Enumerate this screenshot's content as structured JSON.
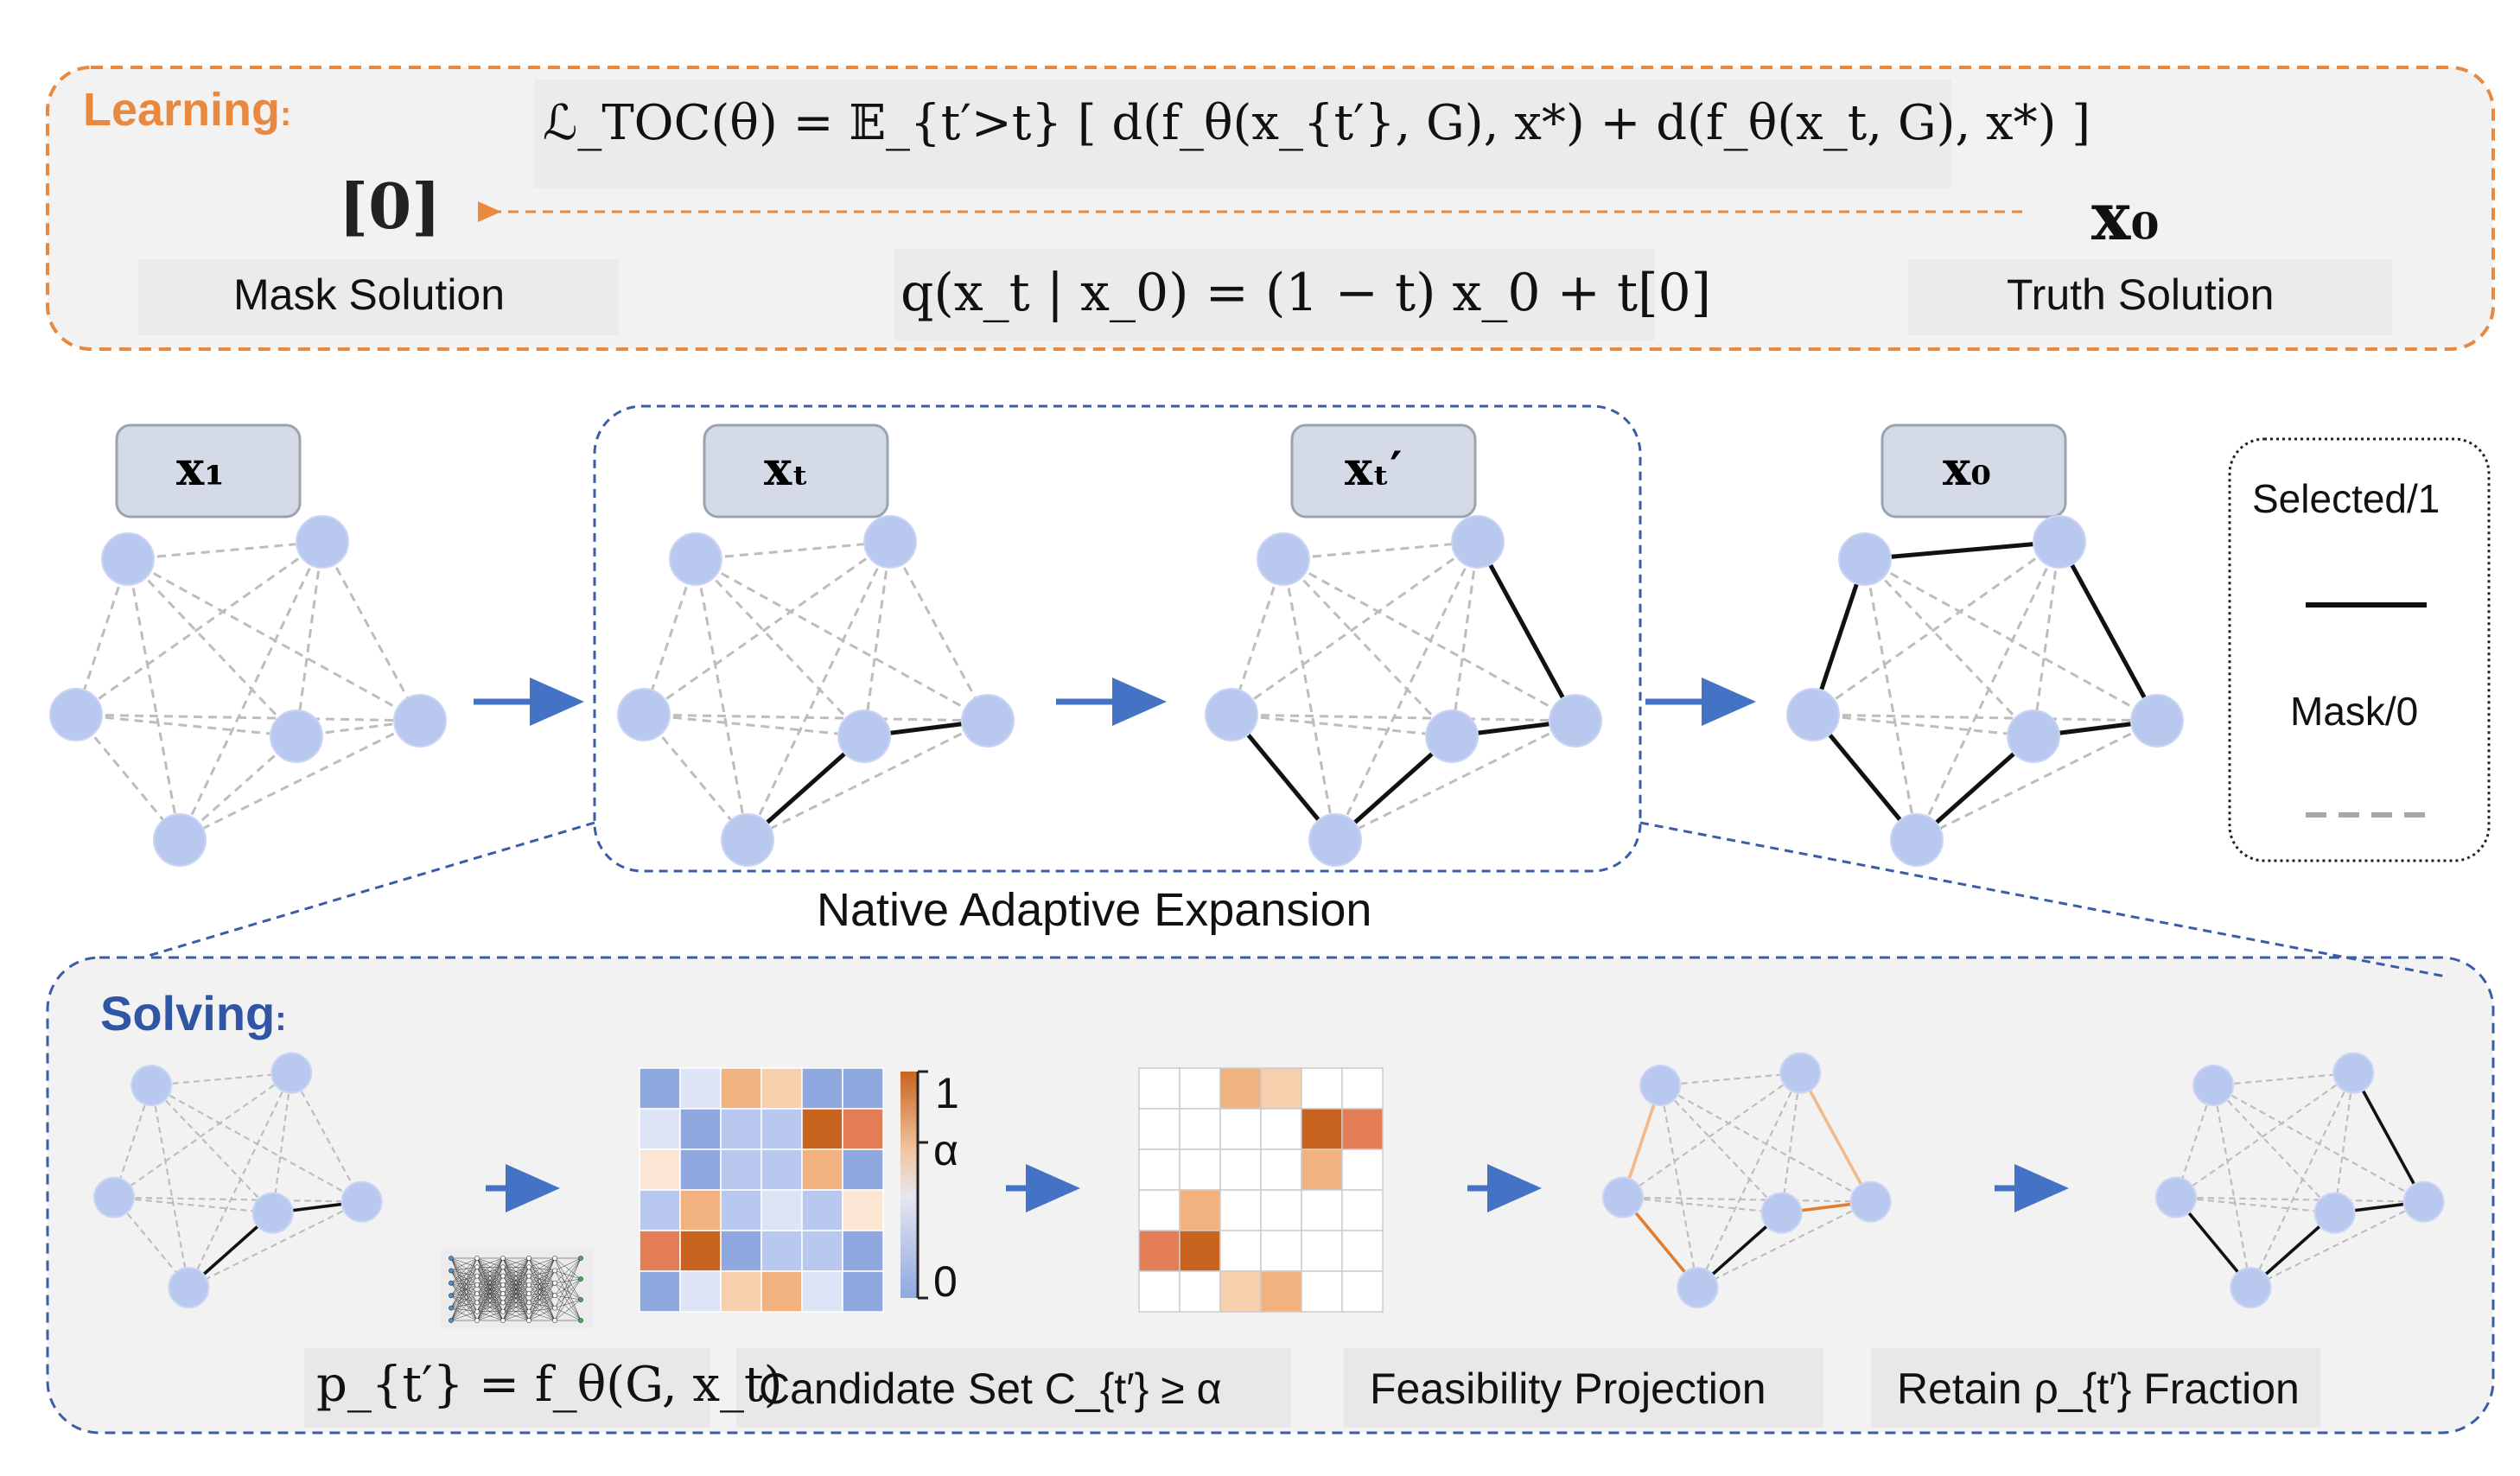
{
  "learning": {
    "title": "Learning",
    "colon": ":",
    "loss_formula": "ℒ_TOC(θ) = 𝔼_{t′>t} [ d(f_θ(x_{t′}, G), x*) + d(f_θ(x_t, G), x*) ]",
    "forward_formula": "q(x_t | x_0) = (1 − t) x_0 + t[0]",
    "mask_symbol": "[0]",
    "mask_label": "Mask Solution",
    "truth_symbol": "x₀",
    "truth_label": "Truth Solution",
    "accent": "#e9883f"
  },
  "stages": {
    "x1": "x₁",
    "xt": "xₜ",
    "xtp": "xₜ′",
    "x0": "x₀",
    "expansion_label": "Native Adaptive Expansion"
  },
  "legend": {
    "selected": "Selected/1",
    "mask": "Mask/0"
  },
  "solving": {
    "title": "Solving",
    "colon": ":",
    "policy_formula": "p_{t′} = f_θ(G, x_t)",
    "candidate_label": "Candidate Set C_{t′} ≥ α",
    "projection_label": "Feasibility Projection",
    "retain_label": "Retain ρ_{t′} Fraction",
    "colorbar_top": "1",
    "colorbar_mid": "α",
    "colorbar_bottom": "0",
    "accent": "#2f55a4"
  },
  "colors": {
    "node": "#b9c8ef",
    "mask_edge": "#bdbdbd",
    "selected_edge": "#111111",
    "arrow": "#4472c4",
    "orange_edge": "#e37d2e",
    "light_orange_edge": "#f2b98a",
    "learning_border": "#e9883f",
    "solving_border": "#3a5da8",
    "panel_bg": "#f2f2f2"
  }
}
